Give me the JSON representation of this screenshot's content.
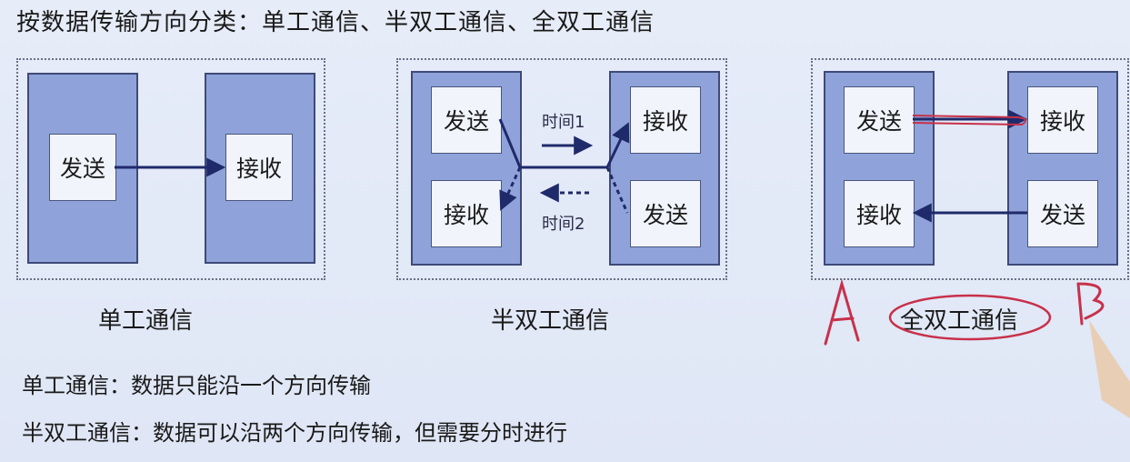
{
  "title": "按数据传输方向分类：单工通信、半双工通信、全双工通信",
  "simplex": {
    "send": "发送",
    "receive": "接收",
    "caption": "单工通信"
  },
  "half_duplex": {
    "send_left": "发送",
    "receive_left": "接收",
    "receive_right": "接收",
    "send_right": "发送",
    "time1": "时间1",
    "time2": "时间2",
    "caption": "半双工通信"
  },
  "full_duplex": {
    "send_left": "发送",
    "receive_left": "接收",
    "receive_right": "接收",
    "send_right": "发送",
    "caption": "全双工通信"
  },
  "annotations": {
    "left_mark": "A",
    "right_mark": "B"
  },
  "descriptions": [
    "单工通信：数据只能沿一个方向传输",
    "半双工通信：数据可以沿两个方向传输，但需要分时进行"
  ],
  "colors": {
    "panel": "#8fa3da",
    "arrow": "#1f2a6b",
    "ink": "#c8304a"
  }
}
